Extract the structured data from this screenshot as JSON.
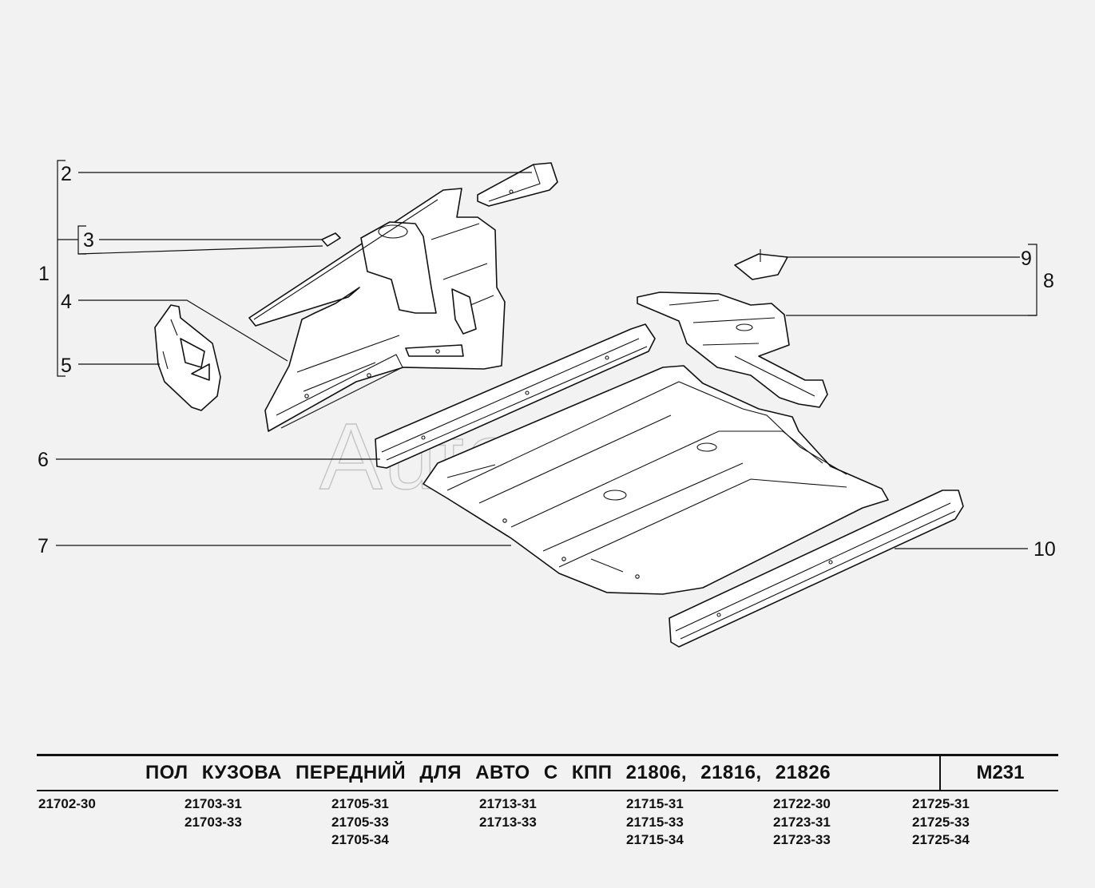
{
  "diagram": {
    "watermark": "AutoSoft",
    "callouts": [
      "1",
      "2",
      "3",
      "4",
      "5",
      "6",
      "7",
      "8",
      "9",
      "10"
    ]
  },
  "title_block": {
    "title": "ПОЛ КУЗОВА ПЕРЕДНИЙ ДЛЯ АВТО С КПП 21806, 21816, 21826",
    "sheet_code": "M231"
  },
  "models": [
    [
      "21702-30"
    ],
    [
      "21703-31",
      "21703-33"
    ],
    [
      "21705-31",
      "21705-33",
      "21705-34"
    ],
    [
      "21713-31",
      "21713-33"
    ],
    [
      "21715-31",
      "21715-33",
      "21715-34"
    ],
    [
      "21722-30",
      "21723-31",
      "21723-33"
    ],
    [
      "21725-31",
      "21725-33",
      "21725-34"
    ]
  ]
}
